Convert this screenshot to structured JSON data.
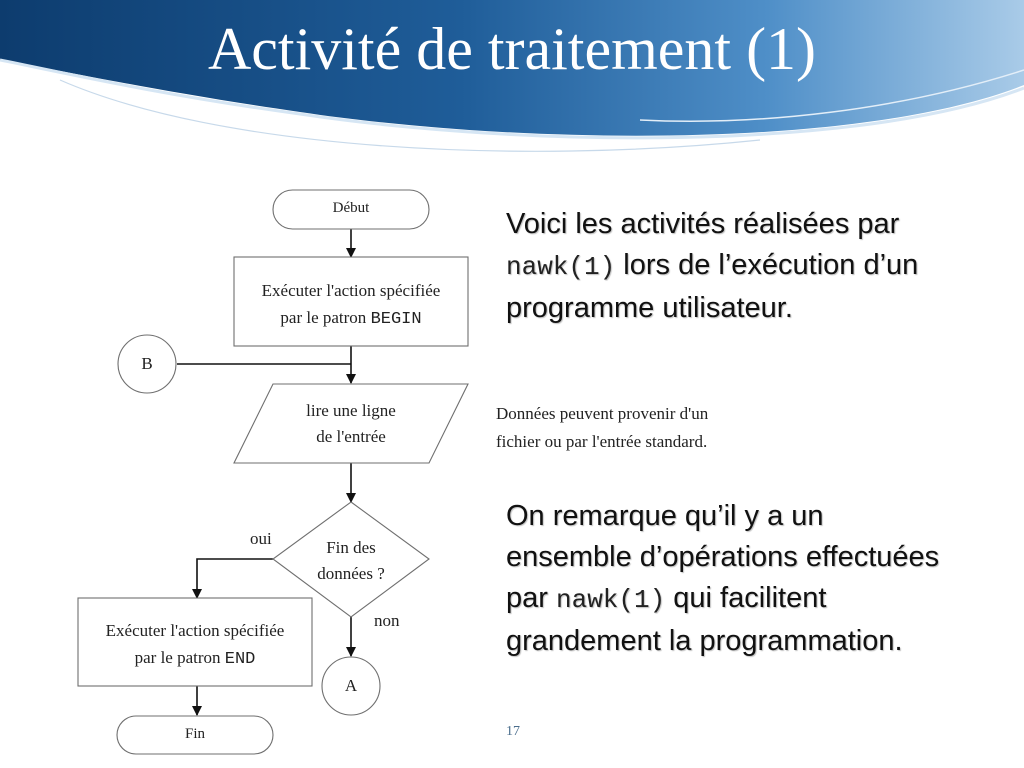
{
  "slide": {
    "title": "Activité de traitement (1)",
    "page_number": "17"
  },
  "flowchart": {
    "start": "Début",
    "begin_action": {
      "line1": "Exécuter l'action spécifiée",
      "line2_prefix": "par le patron ",
      "pattern": "BEGIN"
    },
    "connector_b": "B",
    "read_line": {
      "line1": "lire une ligne",
      "line2": "de l'entrée"
    },
    "decision": {
      "line1": "Fin des",
      "line2": "données ?"
    },
    "yes_label": "oui",
    "no_label": "non",
    "end_action": {
      "line1": "Exécuter l'action spécifiée",
      "line2_prefix": "par le patron ",
      "pattern": "END"
    },
    "connector_a": "A",
    "end": "Fin"
  },
  "notes": {
    "data_source_line1": "Données peuvent provenir d'un",
    "data_source_line2": "fichier ou par l'entrée standard."
  },
  "bullets": {
    "first": {
      "before": "Voici les activités réalisées par",
      "command": "nawk(1)",
      "after": "lors de l’exécution d’un programme utilisateur."
    },
    "second": {
      "before": "On remarque qu’il y a un ensemble d’opérations effectuées par",
      "command": "nawk(1)",
      "after": "qui facilitent grandement la programmation."
    }
  }
}
